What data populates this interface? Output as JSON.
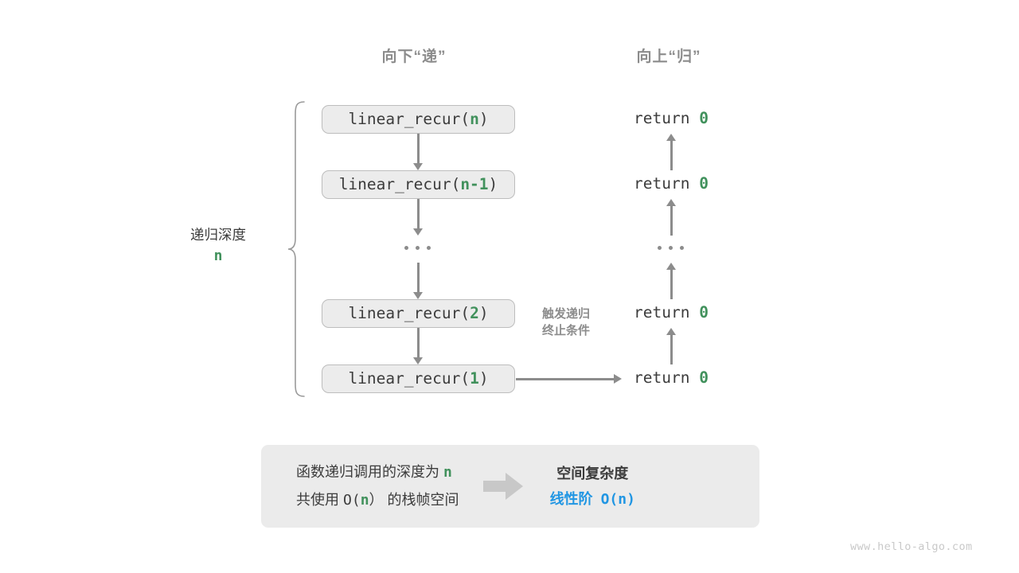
{
  "headers": {
    "down": "向下“递”",
    "up": "向上“归”"
  },
  "depth_label": {
    "text": "递归深度",
    "variable": "n"
  },
  "calls": [
    {
      "prefix": "linear_recur(",
      "arg": "n",
      "suffix": ")"
    },
    {
      "prefix": "linear_recur(",
      "arg": "n-1",
      "suffix": ")"
    },
    {
      "prefix": "linear_recur(",
      "arg": "2",
      "suffix": ")"
    },
    {
      "prefix": "linear_recur(",
      "arg": "1",
      "suffix": ")"
    }
  ],
  "returns": [
    {
      "keyword": "return",
      "value": "0"
    },
    {
      "keyword": "return",
      "value": "0"
    },
    {
      "keyword": "return",
      "value": "0"
    },
    {
      "keyword": "return",
      "value": "0"
    }
  ],
  "ellipsis": "...",
  "trigger_note": {
    "line1": "触发递归",
    "line2": "终止条件"
  },
  "summary": {
    "left_line1_pre": "函数递归调用的深度为 ",
    "left_line1_var": "n",
    "left_line2_pre": "共使用 ",
    "left_line2_o": "O(",
    "left_line2_var": "n",
    "left_line2_close": "）",
    "left_line2_post": " 的栈帧空间",
    "right_title": "空间复杂度",
    "right_value_zh": "线性阶",
    "right_value_mono": "O(n)"
  },
  "watermark": "www.hello-algo.com",
  "colors": {
    "green": "#41915c",
    "blue": "#2196e3",
    "gray_text": "#3c3c3c",
    "gray_light": "#8c8c8c",
    "box_fill": "#ececec",
    "panel_fill": "#ebebeb"
  }
}
